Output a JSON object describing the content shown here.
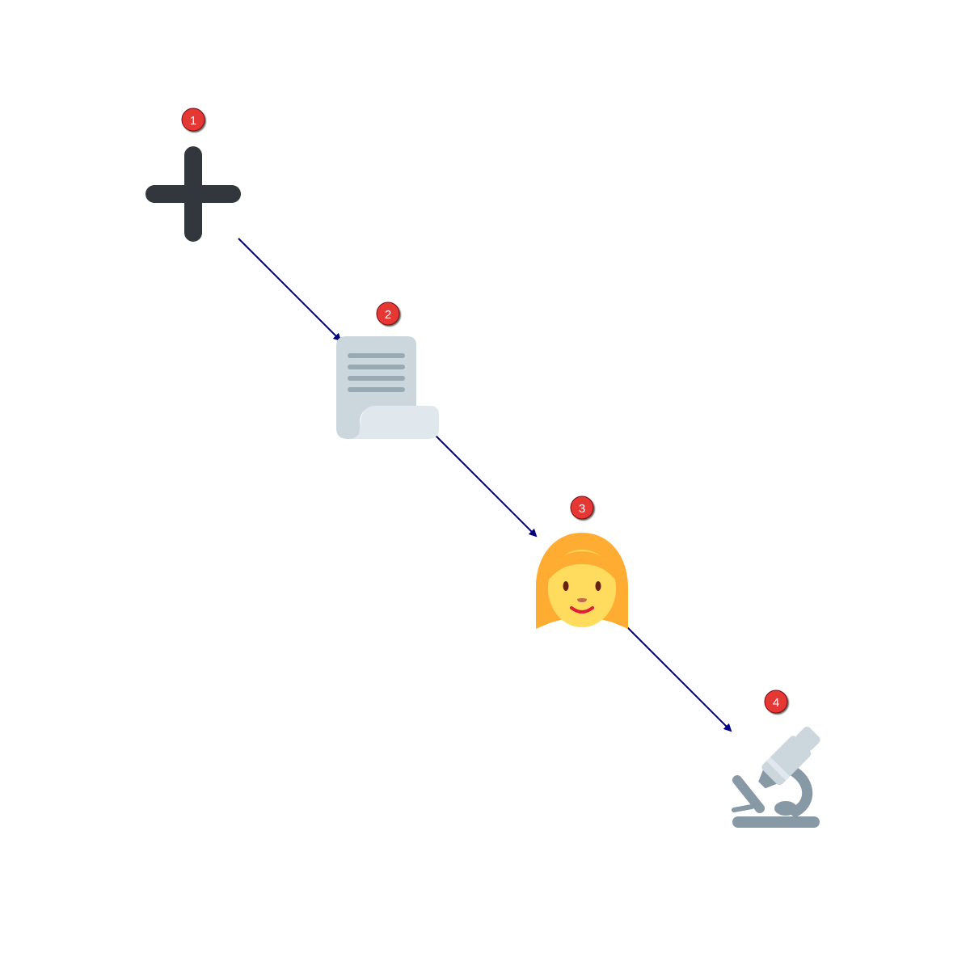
{
  "diagram": {
    "steps": [
      {
        "number": "1",
        "icon": "plus-icon"
      },
      {
        "number": "2",
        "icon": "scroll-document-icon"
      },
      {
        "number": "3",
        "icon": "woman-face-icon"
      },
      {
        "number": "4",
        "icon": "microscope-icon"
      }
    ],
    "connections": [
      {
        "from": "1",
        "to": "2"
      },
      {
        "from": "2",
        "to": "3"
      },
      {
        "from": "3",
        "to": "4"
      }
    ],
    "colors": {
      "arrow": "#000080",
      "badge_fill": "#e53935",
      "badge_text": "#ffffff",
      "plus": "#31373d",
      "scroll_back": "#ccd6dd",
      "scroll_front": "#e1e8ed",
      "scroll_lines": "#99aab5",
      "hair": "#ffac33",
      "skin": "#ffdc5d",
      "microscope_dark": "#8899a6",
      "microscope_light": "#ccd6dd"
    }
  }
}
